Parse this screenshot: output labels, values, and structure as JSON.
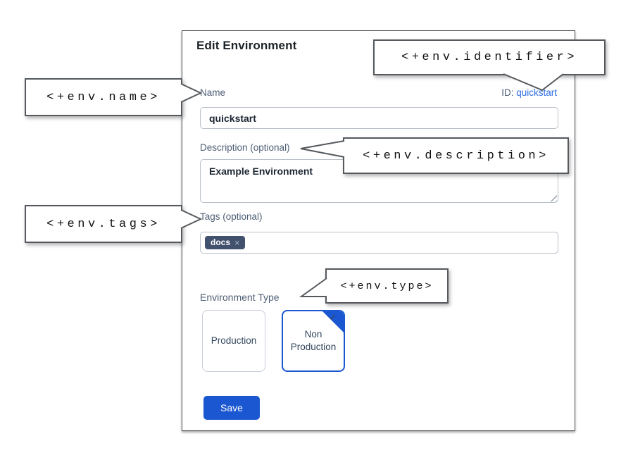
{
  "dialog": {
    "title": "Edit Environment",
    "fields": {
      "name": {
        "label": "Name",
        "value": "quickstart"
      },
      "identifier": {
        "label": "ID:",
        "value": "quickstart"
      },
      "description": {
        "label": "Description (optional)",
        "value": "Example Environment"
      },
      "tags": {
        "label": "Tags (optional)",
        "chips": [
          {
            "text": "docs"
          }
        ]
      },
      "type": {
        "label": "Environment Type",
        "options": [
          {
            "label": "Production",
            "selected": false
          },
          {
            "label": "Non Production",
            "selected": true
          }
        ]
      }
    },
    "save_label": "Save"
  },
  "callouts": {
    "identifier": "<+env.identifier>",
    "name": "<+env.name>",
    "description": "<+env.description>",
    "tags": "<+env.tags>",
    "type": "<+env.type>"
  },
  "icons": {
    "tag_remove": "×",
    "selected_check": "✓"
  },
  "colors": {
    "primary-blue": "#1b57d0",
    "link-blue": "#2b6be4",
    "chip-bg": "#42526e",
    "callout-border": "#55595d",
    "label-color": "#4d5e75",
    "input-text": "#1d2734"
  }
}
